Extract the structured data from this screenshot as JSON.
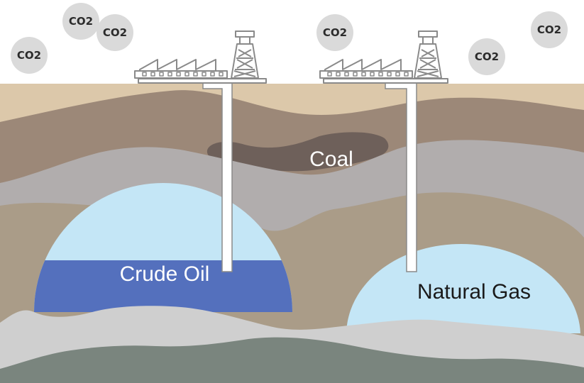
{
  "labels": {
    "coal": "Coal",
    "crude_oil": "Crude Oil",
    "natural_gas": "Natural Gas"
  },
  "co2_bubbles": [
    {
      "text": "CO2"
    },
    {
      "text": "CO2"
    },
    {
      "text": "CO2"
    },
    {
      "text": "CO2"
    },
    {
      "text": "CO2"
    },
    {
      "text": "CO2"
    }
  ],
  "colors": {
    "sky": "#ffffff",
    "topsoil": "#dcc8aa",
    "rock_brown": "#9c8878",
    "coal": "#6e605a",
    "rock_gray": "#b1adad",
    "rock_tan": "#aa9c88",
    "oil": "#5470bd",
    "gas": "#c4e6f6",
    "rock_light": "#cfcfcf",
    "rock_green": "#7a857e",
    "co2_bubble": "#dadada"
  },
  "icons": [
    "factory-icon",
    "drilling-rig-icon",
    "well-pipe-icon",
    "co2-bubble-icon"
  ]
}
